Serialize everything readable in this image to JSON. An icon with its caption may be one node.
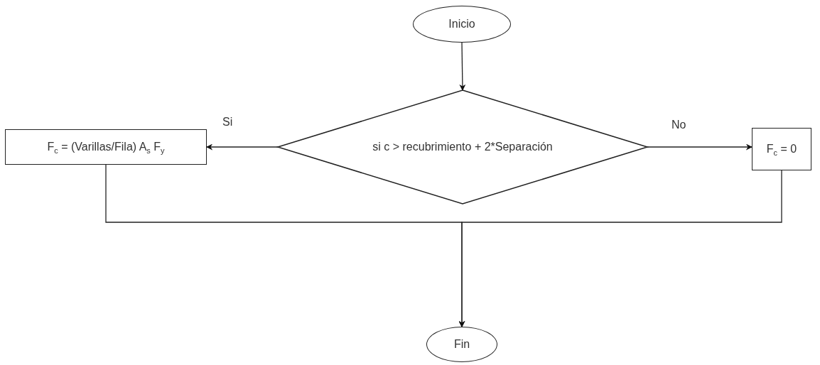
{
  "diagram": {
    "nodes": [
      {
        "text": [
          "Inicio"
        ]
      },
      {
        "text": [
          "si c > recubrimiento + 2*Separación"
        ]
      },
      {
        "text": [
          "F$_{c}$ = (Varillas/Fila) A$_{s}$ F$_{y}$"
        ]
      },
      {
        "text": [
          "F$_{c}$ = 0"
        ]
      },
      {
        "text": [
          "Fin"
        ]
      }
    ],
    "edges": [
      {
        "from": 0,
        "to": 1,
        "arrow": "to"
      },
      {
        "from": 1,
        "to": 2,
        "arrow": "to",
        "label": "Si"
      },
      {
        "from": 1,
        "to": 3,
        "arrow": "to",
        "label": "No"
      },
      {
        "from": 2,
        "to": 4,
        "arrow": "to"
      },
      {
        "from": 3,
        "to": 4,
        "arrow": "to"
      }
    ]
  }
}
